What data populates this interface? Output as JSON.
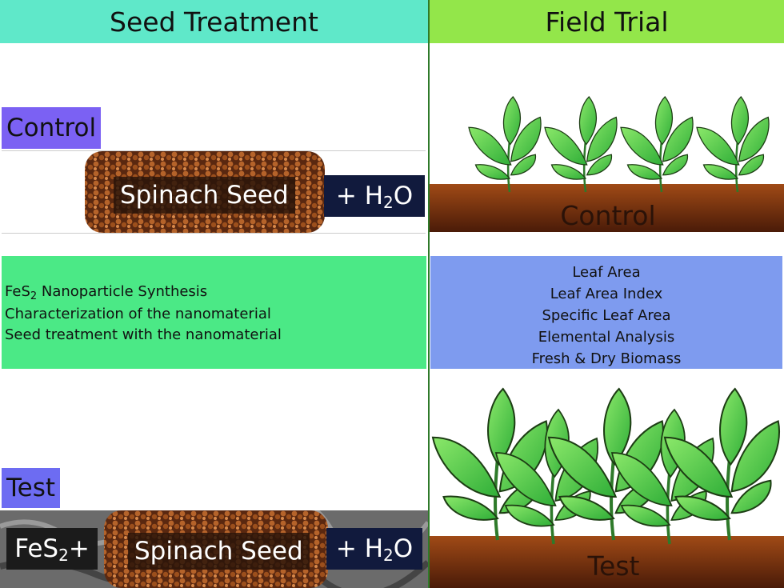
{
  "headers": {
    "seed_treatment": "Seed Treatment",
    "field_trial": "Field Trial"
  },
  "seed_panel": {
    "control_label": "Control",
    "test_label": "Test",
    "spinach_seed_label": "Spinach Seed",
    "plus_h2o_prefix": "+ H",
    "h2o_subscript": "2",
    "h2o_suffix": "O",
    "fes2_prefix": "FeS",
    "fes2_subscript": "2",
    "fes2_suffix": " +"
  },
  "methods": {
    "line1_prefix": "FeS",
    "line1_subscript": "2",
    "line1_suffix": " Nanoparticle Synthesis",
    "line2": "Characterization of the nanomaterial",
    "line3": "Seed treatment with the nanomaterial"
  },
  "measurements": [
    "Leaf Area",
    "Leaf Area Index",
    "Specific Leaf Area",
    "Elemental Analysis",
    "Fresh & Dry Biomass"
  ],
  "field": {
    "control_label": "Control",
    "test_label": "Test"
  },
  "colors": {
    "seed_header": "#5fe8c9",
    "field_header": "#93e64a",
    "label_purple": "#7b61f3",
    "methods_green": "#4be986",
    "measurements_blue": "#7e9bef",
    "soil_brown": "#8a3d14",
    "leaf_green": "#63d64a"
  }
}
